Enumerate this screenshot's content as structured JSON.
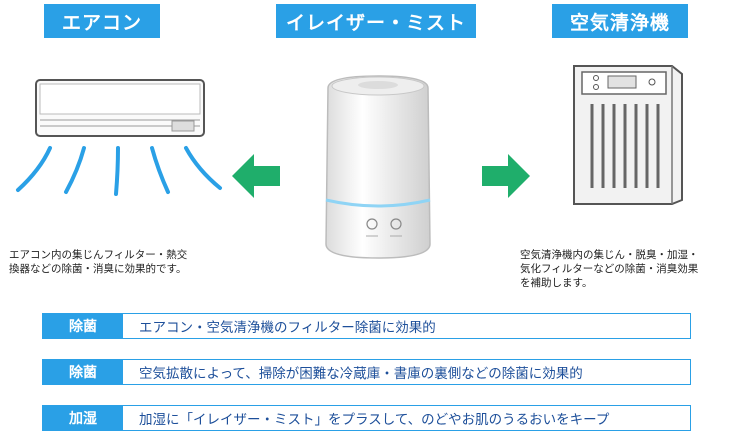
{
  "headers": {
    "air_conditioner": "エアコン",
    "mist": "イレイザー・ミスト",
    "air_purifier": "空気清浄機"
  },
  "descriptions": {
    "air_conditioner": "エアコン内の集じんフィルター・熱交\n換器などの除菌・消臭に効果的です。",
    "air_purifier": "空気清浄機内の集じん・脱臭・加湿・\n気化フィルターなどの除菌・消臭効果\nを補助します。"
  },
  "benefits": [
    {
      "tag": "除菌",
      "text": "エアコン・空気清浄機のフィルター除菌に効果的"
    },
    {
      "tag": "除菌",
      "text": "空気拡散によって、掃除が困難な冷蔵庫・書庫の裏側などの除菌に効果的"
    },
    {
      "tag": "加湿",
      "text": "加湿に「イレイザー・ミスト」をプラスして、のどやお肌のうるおいをキープ"
    }
  ],
  "colors": {
    "accent_blue": "#2aa0e6",
    "arrow_green": "#1fae6b",
    "benefit_text": "#1d4f9a"
  },
  "icons": [
    "air-conditioner-illustration",
    "humidifier-illustration",
    "air-purifier-illustration",
    "arrow-left-icon",
    "arrow-right-icon"
  ]
}
